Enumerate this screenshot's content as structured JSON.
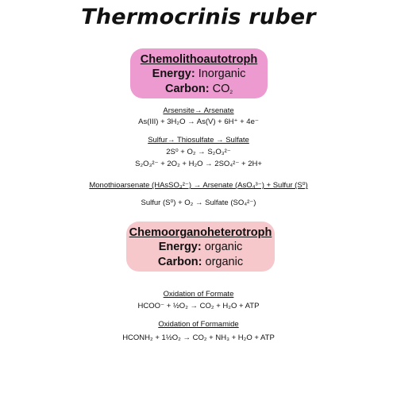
{
  "title": "Thermocrinis ruber",
  "chemolitho": {
    "name": "Chemolithoautotroph",
    "energy_label": "Energy:",
    "energy_value": "Inorganic",
    "carbon_label": "Carbon:",
    "carbon_value": "CO",
    "carbon_sub": "2"
  },
  "arsenite": {
    "heading": "Arsensite→ Arsenate",
    "eq": "As(III) + 3H₂O → As(V) + 6H⁺ + 4e⁻"
  },
  "sulfur": {
    "heading": "Sulfur→ Thiosulfate → Sulfate",
    "eq1": "2S⁰ + O₂ → S₂O₃²⁻",
    "eq2": "S₂O₃²⁻ + 2O₂ + H₂O → 2SO₄²⁻ + 2H+"
  },
  "monothio": {
    "heading": "Monothioarsenate (HAsSO₃²⁻) → Arsenate (AsO₄³⁻) + Sulfur (S⁰)",
    "eq": "Sulfur (S⁰) + O₂  → Sulfate (SO₄²⁻)"
  },
  "chemoorgano": {
    "name": "Chemoorganoheterotroph",
    "energy_label": "Energy:",
    "energy_value": "organic",
    "carbon_label": "Carbon:",
    "carbon_value": "organic"
  },
  "formate": {
    "heading": "Oxidation of Formate",
    "eq": "HCOO⁻ + ½O₂ → CO₂ + H₂O + ATP"
  },
  "formamide": {
    "heading": "Oxidation of Formamide",
    "eq": "HCONH₂ + 1½O₂ → CO₂ + NH₃ + H₂O + ATP"
  }
}
